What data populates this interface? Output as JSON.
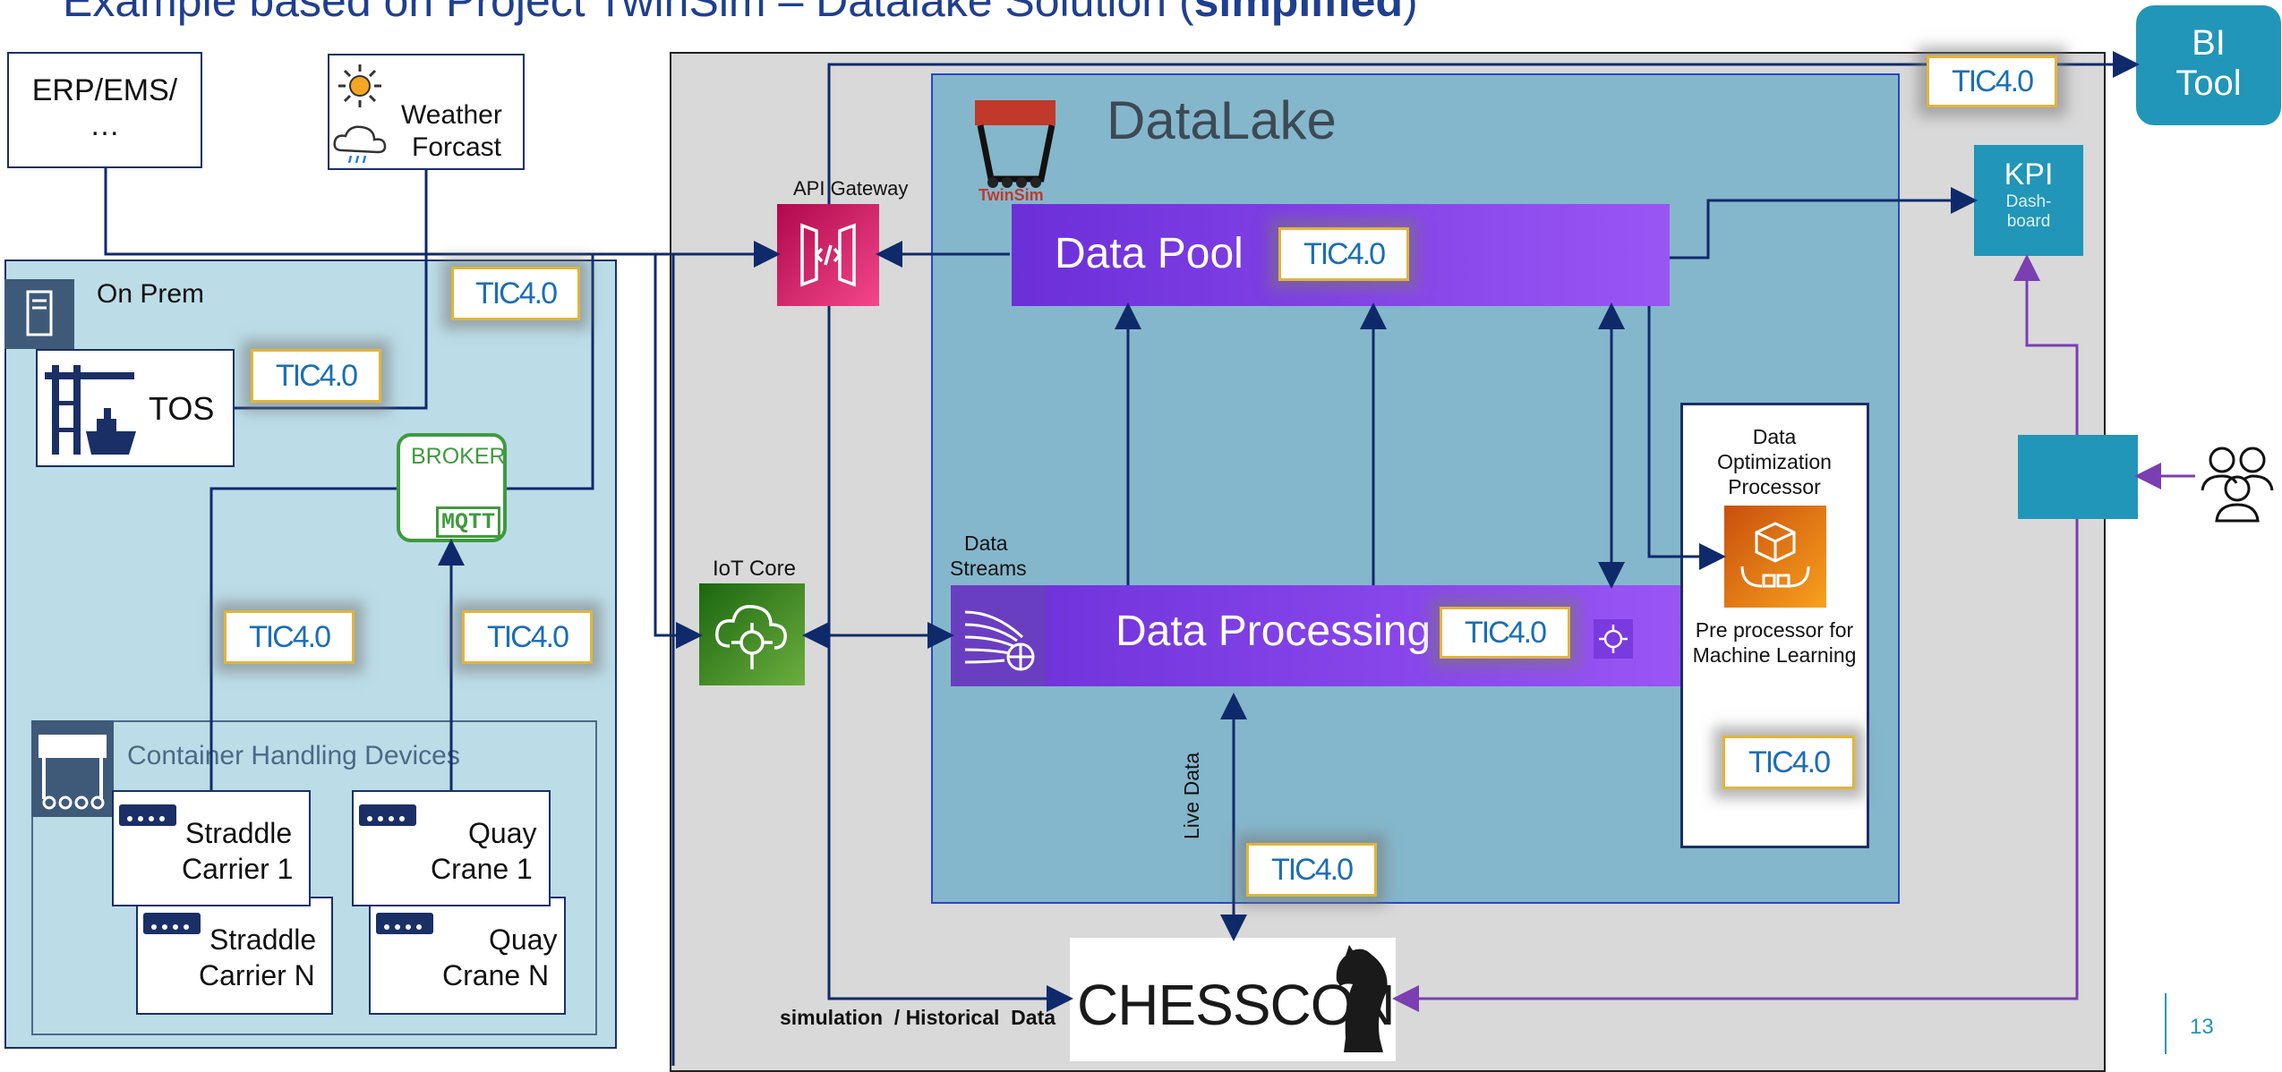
{
  "title": {
    "main": "Example based on Project TwinSim – Datalake Solution (",
    "bold": "simplified",
    "end": ")"
  },
  "erp": {
    "line1": "ERP/EMS/",
    "line2": "…"
  },
  "weather": {
    "line1": "Weather",
    "line2": "Forcast"
  },
  "onprem": {
    "label": "On Prem"
  },
  "tos": {
    "label": "TOS"
  },
  "broker": {
    "label": "BROKER",
    "protocol": "MQTT"
  },
  "chd": {
    "label": "Container Handling Devices"
  },
  "devices": [
    {
      "line1": "Straddle",
      "line2": "Carrier 1"
    },
    {
      "line1": "Quay",
      "line2": "Crane 1"
    },
    {
      "line1": "Straddle",
      "line2": "Carrier N"
    },
    {
      "line1": "Quay",
      "line2": "Crane N"
    }
  ],
  "api": {
    "label": "API Gateway"
  },
  "iot": {
    "label": "IoT Core"
  },
  "datalake": {
    "label": "DataLake",
    "logo": "TwinSim"
  },
  "datapool": {
    "label": "Data Pool"
  },
  "streams": {
    "line1": "Data",
    "line2": "Streams"
  },
  "processing": {
    "label": "Data Processing"
  },
  "optimizer": {
    "line1": "Data",
    "line2": "Optimization",
    "line3": "Processor",
    "line4": "Pre processor for",
    "line5": "Machine Learning"
  },
  "livedata": {
    "label": "Live Data"
  },
  "chesscon": {
    "label": "CHESSCON"
  },
  "simulation": {
    "label": "simulation  / Historical  Data"
  },
  "bi": {
    "line1": "BI",
    "line2": "Tool"
  },
  "kpi": {
    "line1": "KPI",
    "line2": "Dash-",
    "line3": "board"
  },
  "tic": {
    "label": "TIC4.0"
  },
  "page": {
    "number": "13"
  },
  "colors": {
    "navy": "#1a2f66",
    "arrow": "#0f2a6b",
    "purple_line": "#7a3fb0",
    "lake": "#85b7cc",
    "onprem": "#bcdde8",
    "teal": "#2196b8"
  }
}
